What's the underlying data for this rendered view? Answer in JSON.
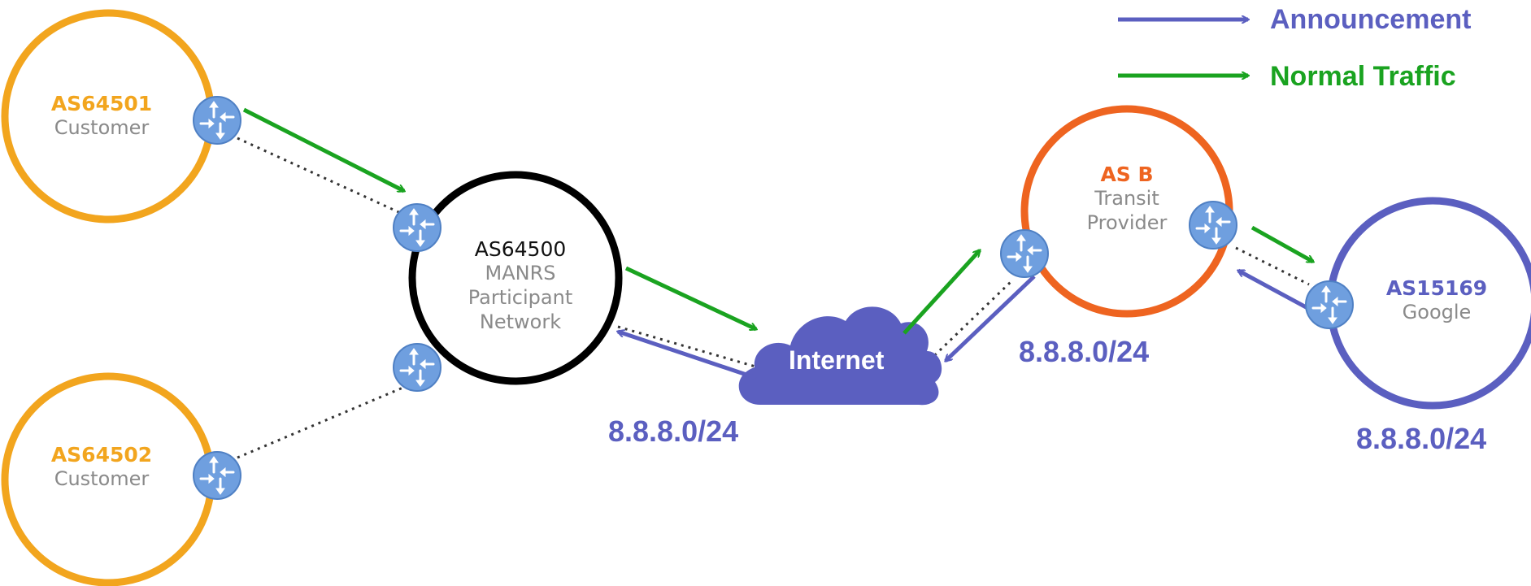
{
  "colors": {
    "customer": "#f2a51e",
    "manrs": "#000000",
    "transit": "#ee6420",
    "google": "#5b5fc0",
    "announcement": "#5b5fc0",
    "traffic": "#1aa320",
    "router": "#6f9fdf",
    "cloud": "#5b5fc0",
    "dotted": "#333333"
  },
  "legend": {
    "announcement": "Announcement",
    "normal_traffic": "Normal Traffic"
  },
  "nodes": {
    "as64501": {
      "asn": "AS64501",
      "role": "Customer"
    },
    "as64502": {
      "asn": "AS64502",
      "role": "Customer"
    },
    "as64500": {
      "asn": "AS64500",
      "role_lines": [
        "MANRS",
        "Participant",
        "Network"
      ]
    },
    "asb": {
      "asn": "AS B",
      "role_lines": [
        "Transit",
        "Provider"
      ]
    },
    "as15169": {
      "asn": "AS15169",
      "role": "Google"
    },
    "internet": {
      "label": "Internet"
    }
  },
  "prefixes": {
    "internet": "8.8.8.0/24",
    "transit": "8.8.8.0/24",
    "google": "8.8.8.0/24"
  },
  "icons": {
    "router": "router-icon",
    "cloud": "cloud-icon",
    "arrow": "arrow-icon"
  }
}
